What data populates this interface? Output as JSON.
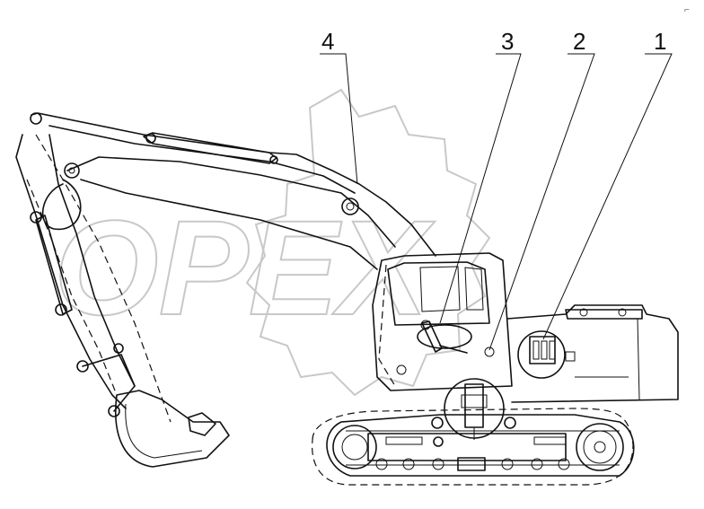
{
  "diagram": {
    "watermark_text": "OPEX",
    "corner_mark": "⌐",
    "callouts": [
      {
        "id": "4",
        "label": "4"
      },
      {
        "id": "3",
        "label": "3"
      },
      {
        "id": "2",
        "label": "2"
      },
      {
        "id": "1",
        "label": "1"
      }
    ]
  }
}
